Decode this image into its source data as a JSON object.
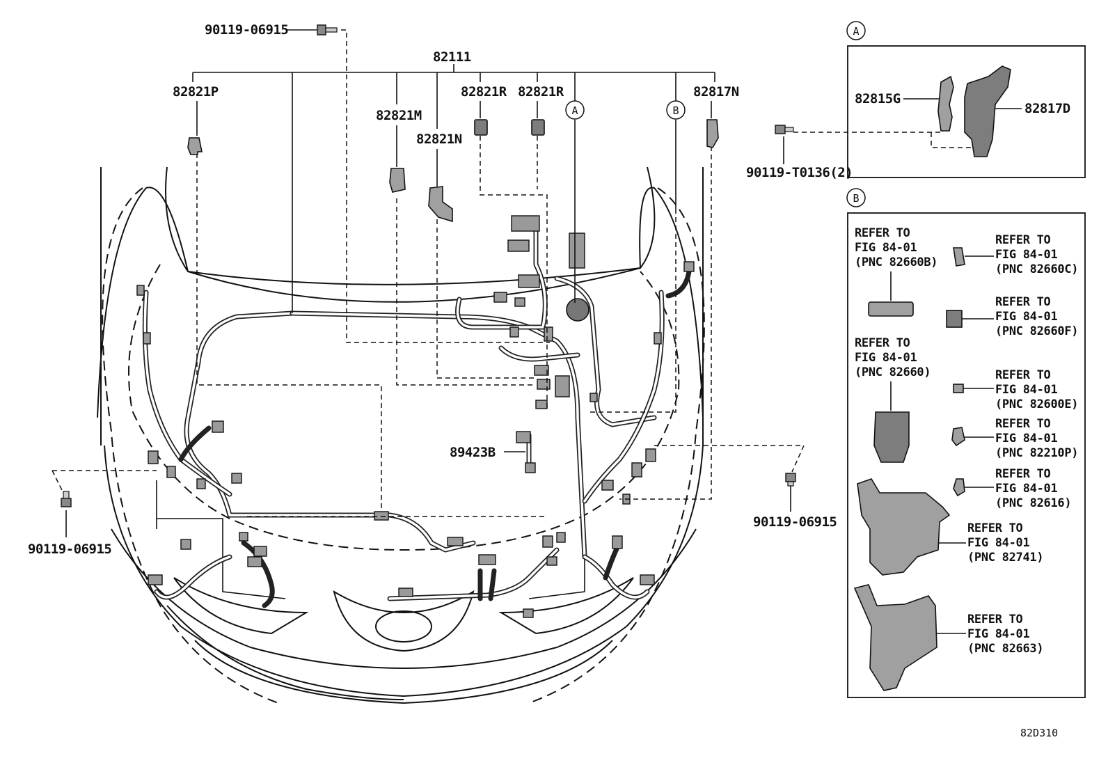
{
  "diagram_code": "82D310",
  "main_harness": "82111",
  "callouts": {
    "bolt_top": "90119-06915",
    "bolt_left": "90119-06915",
    "bolt_right": "90119-06915",
    "bolt_detail_a": "90119-T0136(2)",
    "p82821P": "82821P",
    "p82821M": "82821M",
    "p82821N": "82821N",
    "p82821R_1": "82821R",
    "p82821R_2": "82821R",
    "p82817N": "82817N",
    "p89423B": "89423B",
    "p82815G": "82815G",
    "p82817D": "82817D"
  },
  "markers": {
    "a": "A",
    "b": "B"
  },
  "refer_to": [
    [
      "REFER TO",
      "FIG 84-01",
      "(PNC 82660B)"
    ],
    [
      "REFER TO",
      "FIG 84-01",
      "(PNC 82660C)"
    ],
    [
      "REFER TO",
      "FIG 84-01",
      "(PNC 82660F)"
    ],
    [
      "REFER TO",
      "FIG 84-01",
      "(PNC 82660)"
    ],
    [
      "REFER TO",
      "FIG 84-01",
      "(PNC 82600E)"
    ],
    [
      "REFER TO",
      "FIG 84-01",
      "(PNC 82210P)"
    ],
    [
      "REFER TO",
      "FIG 84-01",
      "(PNC 82616)"
    ],
    [
      "REFER TO",
      "FIG 84-01",
      "(PNC 82741)"
    ],
    [
      "REFER TO",
      "FIG 84-01",
      "(PNC 82663)"
    ]
  ]
}
